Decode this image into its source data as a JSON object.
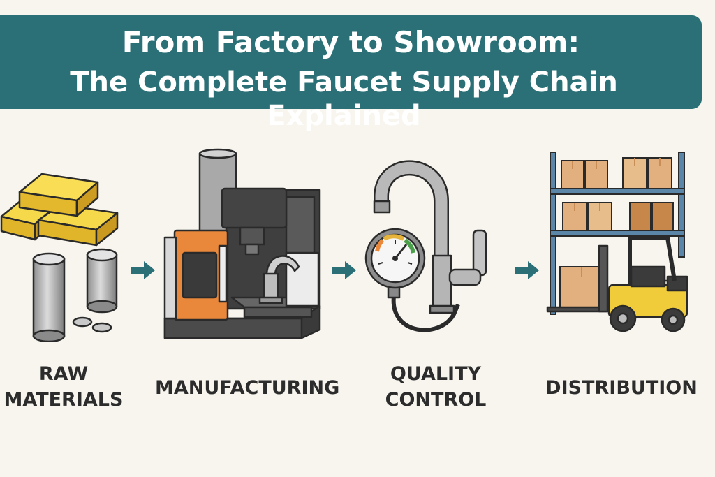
{
  "title": {
    "line1": "From Factory to Showroom:",
    "line2": "The Complete Faucet Supply Chain Explained"
  },
  "stages": [
    {
      "label": "RAW\nMATERIALS",
      "icon": "metal-ingots-icon"
    },
    {
      "label": "MANUFACTURING",
      "icon": "cnc-machine-icon"
    },
    {
      "label": "QUALITY\nCONTROL",
      "icon": "pressure-gauge-faucet-icon"
    },
    {
      "label": "DISTRIBUTION",
      "icon": "warehouse-forklift-icon"
    }
  ],
  "colors": {
    "banner": "#2a7076",
    "arrow": "#2a7076",
    "background": "#f8f5ee",
    "gold": "#f2cd3a",
    "orange": "#e9873a",
    "cardboard": "#e2b07e"
  }
}
